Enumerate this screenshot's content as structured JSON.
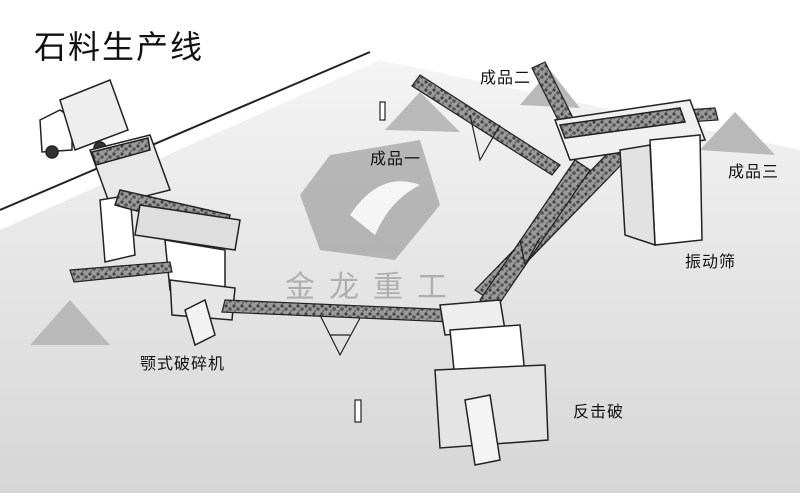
{
  "title": "石料生产线",
  "labels": {
    "product_1": "成品一",
    "product_2": "成品二",
    "product_3": "成品三",
    "vibrating_screen": "振动筛",
    "jaw_crusher": "颚式破碎机",
    "impact_crusher": "反击破"
  },
  "watermark": "金龙重工",
  "colors": {
    "belt": "#222222",
    "ground": "#d8d8d8",
    "pile": "#b8b8b8",
    "watermark": "#7a7a7a"
  }
}
